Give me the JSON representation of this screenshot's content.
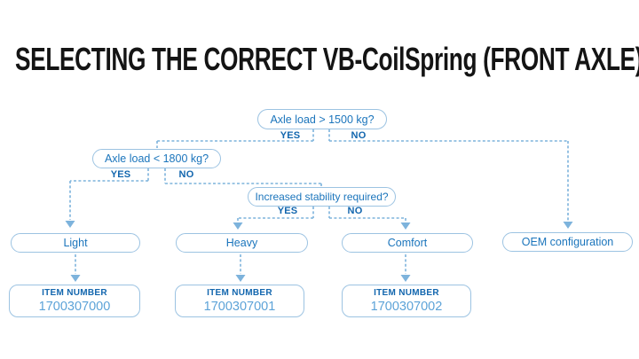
{
  "title": "SELECTING THE CORRECT VB-CoilSpring (FRONT AXLE)",
  "labels": {
    "yes": "YES",
    "no": "NO",
    "item_number": "ITEM NUMBER"
  },
  "decisions": [
    {
      "question": "Axle load > 1500 kg?"
    },
    {
      "question": "Axle load < 1800 kg?"
    },
    {
      "question": "Increased stability required?"
    }
  ],
  "options": [
    {
      "label": "Light",
      "item_number": "1700307000"
    },
    {
      "label": "Heavy",
      "item_number": "1700307001"
    },
    {
      "label": "Comfort",
      "item_number": "1700307002"
    },
    {
      "label": "OEM configuration"
    }
  ],
  "colors": {
    "title": "#141414",
    "border": "#9cc3e2",
    "line": "#7db3dc",
    "text": "#1b75bc",
    "bold": "#1266ae",
    "number": "#5da3d8"
  }
}
